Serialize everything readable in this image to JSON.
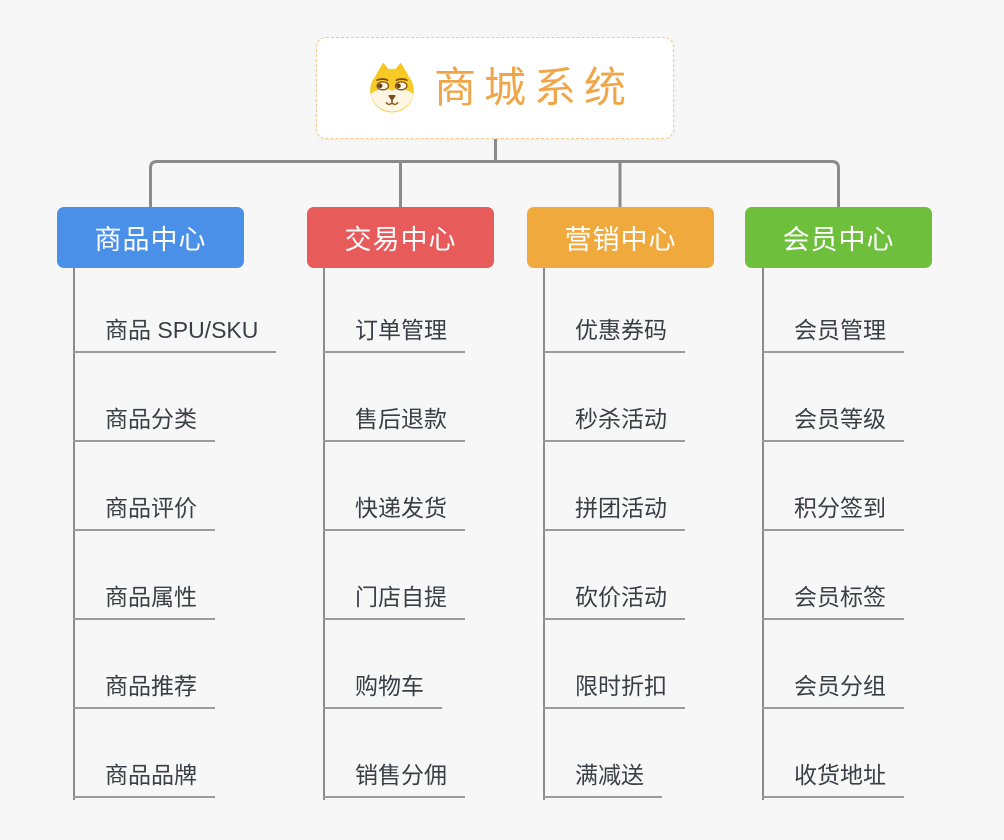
{
  "root": {
    "title": "商城系统",
    "icon": "shiba-dog-icon",
    "title_color": "#F0A648",
    "border_color": "#F2C98E"
  },
  "connector_color": "#8B8B8B",
  "branches": [
    {
      "label": "商品中心",
      "color": "#4A90E9",
      "items": [
        "商品 SPU/SKU",
        "商品分类",
        "商品评价",
        "商品属性",
        "商品推荐",
        "商品品牌"
      ]
    },
    {
      "label": "交易中心",
      "color": "#E75B5B",
      "items": [
        "订单管理",
        "售后退款",
        "快递发货",
        "门店自提",
        "购物车",
        "销售分佣"
      ]
    },
    {
      "label": "营销中心",
      "color": "#EFA93C",
      "items": [
        "优惠券码",
        "秒杀活动",
        "拼团活动",
        "砍价活动",
        "限时折扣",
        "满减送"
      ]
    },
    {
      "label": "会员中心",
      "color": "#6EBF3C",
      "items": [
        "会员管理",
        "会员等级",
        "积分签到",
        "会员标签",
        "会员分组",
        "收货地址"
      ]
    }
  ]
}
